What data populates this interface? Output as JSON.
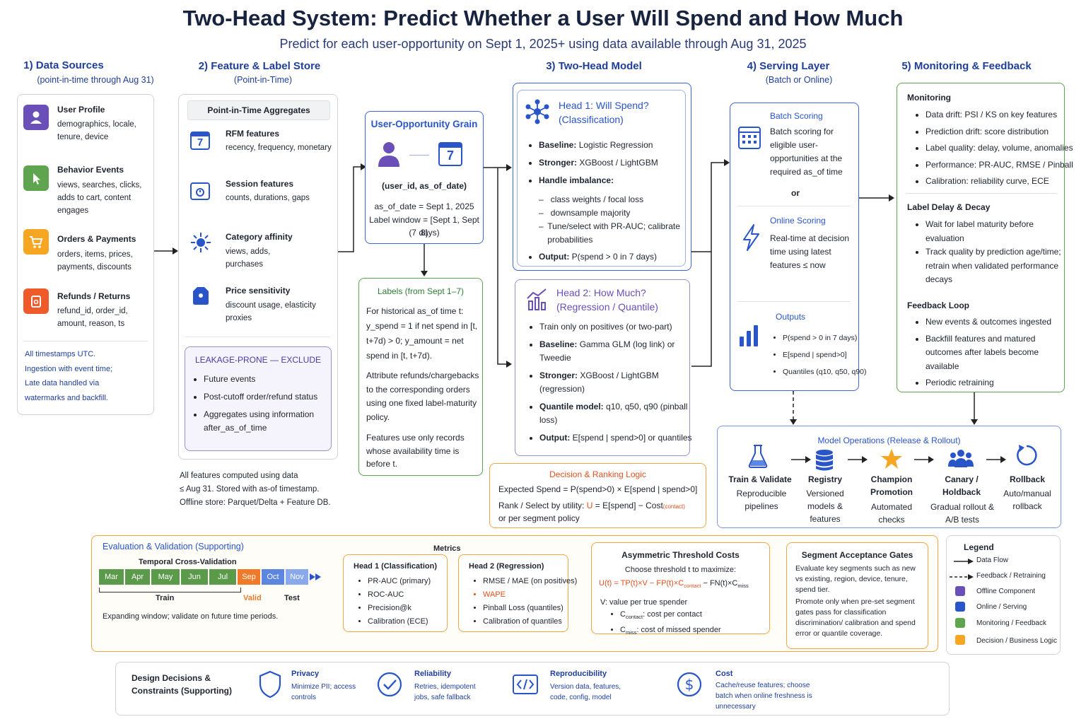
{
  "title": "Two-Head System: Predict Whether a User Will Spend and How Much",
  "subtitle": "Predict for each user-opportunity on Sept 1, 2025+ using data available through Aug 31, 2025",
  "columns": {
    "c1": {
      "head": "1)  Data Sources",
      "sub": "(point-in-time through Aug 31)"
    },
    "c2": {
      "head": "2)  Feature & Label Store",
      "sub": "(Point-in-Time)"
    },
    "c3": {
      "head": "3)  Two-Head Model"
    },
    "c4": {
      "head": "4)  Serving Layer",
      "sub": "(Batch or Online)"
    },
    "c5": {
      "head": "5)  Monitoring & Feedback"
    }
  },
  "sources": [
    {
      "title": "User Profile",
      "desc": "demographics, locale, tenure, device"
    },
    {
      "title": "Behavior Events",
      "desc": "views, searches, clicks, adds to cart, content engages"
    },
    {
      "title": "Orders & Payments",
      "desc": "orders, items, prices, payments, discounts"
    },
    {
      "title": "Refunds / Returns",
      "desc": "refund_id, order_id, amount, reason, ts"
    }
  ],
  "sources_note": [
    "All timestamps UTC.",
    "Ingestion with event time;",
    "Late data handled via",
    "watermarks and backfill."
  ],
  "features": {
    "header": "Point-in-Time Aggregates",
    "items": [
      {
        "title": "RFM features",
        "desc": "recency, frequency, monetary",
        "icon_text": "7"
      },
      {
        "title": "Session features",
        "desc": "counts, durations, gaps"
      },
      {
        "title": "Category affinity",
        "desc": "views, adds, purchases"
      },
      {
        "title": "Price sensitivity",
        "desc": "discount usage, elasticity proxies"
      }
    ],
    "leak_title": "LEAKAGE-PRONE — EXCLUDE",
    "leak_items": [
      "Future events",
      "Post-cutoff order/refund status",
      "Aggregates using information after_as_of_time"
    ],
    "note": [
      "All features computed using data",
      "≤ Aug 31. Stored with as-of timestamp.",
      "Offline store: Parquet/Delta + Feature DB."
    ]
  },
  "grain": {
    "title": "User-Opportunity Grain",
    "icon_text": "7",
    "key": "(user_id, as_of_date)",
    "l1": "as_of_date = Sept 1, 2025",
    "l2": "Label window = [Sept 1, Sept 8]",
    "l3": "(7 days)"
  },
  "labels": {
    "title": "Labels (from Sept 1–7)",
    "p1": "For historical as_of time t: y_spend = 1 if net spend in [t, t+7d) > 0; y_amount = net spend in [t, t+7d).",
    "p2": "Attribute refunds/chargebacks to the corresponding orders using one fixed label-maturity policy.",
    "p3": "Features use only records whose availability time is before t."
  },
  "head1": {
    "title": "Head 1: Will Spend?",
    "sub": "(Classification)",
    "baseline_k": "Baseline:",
    "baseline_v": " Logistic Regression",
    "stronger_k": "Stronger:",
    "stronger_v": " XGBoost / LightGBM",
    "imb_k": "Handle imbalance:",
    "imb_items": [
      "class weights / focal loss",
      "downsample majority",
      "Tune/select with PR-AUC; calibrate probabilities"
    ],
    "out_k": "Output:",
    "out_v": " P(spend > 0 in 7 days)"
  },
  "head2": {
    "title": "Head 2: How Much?",
    "sub": "(Regression / Quantile)",
    "i1": "Train only on positives (or two-part)",
    "baseline_k": "Baseline:",
    "baseline_v": " Gamma GLM (log link) or Tweedie",
    "stronger_k": "Stronger:",
    "stronger_v": " XGBoost / LightGBM (regression)",
    "quant_k": "Quantile model:",
    "quant_v": " q10, q50, q90 (pinball loss)",
    "out_k": "Output:",
    "out_v": " E[spend | spend>0] or quantiles"
  },
  "decision": {
    "title": "Decision & Ranking Logic",
    "l1": "Expected Spend = P(spend>0) × E[spend | spend>0]",
    "l2a": "Rank / Select by utility: ",
    "l2b": "U",
    "l2c": " = E[spend] − Cost",
    "l2d": "(contact)",
    "l3": "or per segment policy"
  },
  "serving": {
    "batch_title": "Batch Scoring",
    "batch_desc": "Batch scoring for eligible user-opportunities at the required as_of time",
    "or": "or",
    "online_title": "Online Scoring",
    "online_desc": "Real-time at decision time using latest features ≤ now",
    "outputs_title": "Outputs",
    "outputs": [
      "P(spend > 0 in 7 days)",
      "E[spend | spend>0]",
      "Quantiles (q10, q50, q90)"
    ]
  },
  "monitoring": {
    "s1_title": "Monitoring",
    "s1_items": [
      "Data drift: PSI / KS on key features",
      "Prediction drift: score distribution",
      "Label quality: delay, volume, anomalies",
      "Performance: PR-AUC, RMSE / Pinball",
      "Calibration: reliability curve, ECE"
    ],
    "s2_title": "Label Delay & Decay",
    "s2_items": [
      "Wait for label maturity before evaluation",
      "Track quality by prediction age/time; retrain when validated performance decays"
    ],
    "s3_title": "Feedback Loop",
    "s3_items": [
      "New events & outcomes ingested",
      "Backfill features and matured outcomes after labels become available",
      "Periodic retraining"
    ]
  },
  "modelops": {
    "title": "Model Operations (Release & Rollout)",
    "steps": [
      {
        "title": "Train & Validate",
        "desc": "Reproducible pipelines"
      },
      {
        "title": "Registry",
        "desc": "Versioned models & features"
      },
      {
        "title": "Champion Promotion",
        "desc": "Automated checks"
      },
      {
        "title": "Canary / Holdback",
        "desc": "Gradual rollout & A/B tests"
      },
      {
        "title": "Rollback",
        "desc": "Auto/manual rollback"
      }
    ]
  },
  "evaluation": {
    "title": "Evaluation & Validation (Supporting)",
    "tcv_title": "Temporal Cross-Validation",
    "months_train": [
      "Mar",
      "Apr",
      "May",
      "Jun",
      "Jul"
    ],
    "month_valid": "Sep",
    "months_test": [
      "Oct",
      "Nov"
    ],
    "lbl_train": "Train",
    "lbl_valid": "Valid",
    "lbl_test": "Test",
    "note": "Expanding window; validate on future time periods.",
    "metrics_title": "Metrics",
    "h1_title": "Head 1 (Classification)",
    "h1_items": [
      "PR-AUC (primary)",
      "ROC-AUC",
      "Precision@k",
      "Calibration (ECE)"
    ],
    "h2_title": "Head 2 (Regression)",
    "h2_items": [
      "RMSE / MAE (on positives)",
      "WAPE",
      "Pinball Loss (quantiles)",
      "Calibration of quantiles"
    ],
    "asym_title": "Asymmetric Threshold Costs",
    "asym_l1": "Choose threshold t to maximize:",
    "asym_formula": "U(t) = TP(t)×V − FP(t)×C",
    "asym_contact": "contact",
    "asym_formula2": " − FN(t)×C",
    "asym_miss": "miss",
    "asym_v": "V: value per true spender",
    "asym_c1a": "C",
    "asym_c1b": "contact",
    "asym_c1c": ": cost per contact",
    "asym_c2a": "C",
    "asym_c2b": "miss",
    "asym_c2c": ": cost of missed spender",
    "seg_title": "Segment Acceptance Gates",
    "seg_p1": "Evaluate key segments such as new vs existing, region, device, tenure, spend tier.",
    "seg_p2": "Promote only when pre-set segment gates pass for classification discrimination/ calibration and spend error or quantile coverage."
  },
  "legend": {
    "title": "Legend",
    "items": [
      "Data Flow",
      "Feedback / Retraining",
      "Offline Component",
      "Online / Serving",
      "Monitoring / Feedback",
      "Decision / Business Logic"
    ]
  },
  "design": {
    "title": "Design Decisions & Constraints (Supporting)",
    "items": [
      {
        "title": "Privacy",
        "desc": "Minimize PII; access controls"
      },
      {
        "title": "Reliability",
        "desc": "Retries, idempotent jobs, safe fallback"
      },
      {
        "title": "Reproducibility",
        "desc": "Version data, features, code, config, model"
      },
      {
        "title": "Cost",
        "desc": "Cache/reuse features; choose batch when online freshness is unnecessary"
      }
    ]
  },
  "colors": {
    "navy": "#17233f",
    "blue": "#2a55c8",
    "green": "#5fa44e",
    "orange": "#f1a544",
    "purple": "#6a4fb8",
    "red": "#e0501f"
  }
}
